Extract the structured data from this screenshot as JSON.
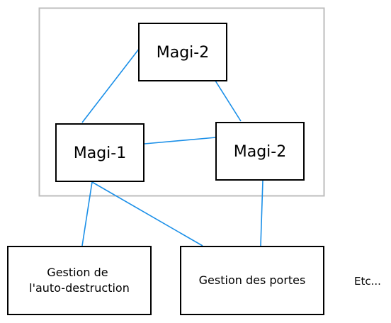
{
  "diagram": {
    "nodes": {
      "magi_top": "Magi-2",
      "magi_left": "Magi-1",
      "magi_right": "Magi-2",
      "auto_destruction": [
        "Gestion de",
        "l'auto-destruction"
      ],
      "doors": "Gestion des portes"
    },
    "etc": "Etc...",
    "colors": {
      "edge": "#1a8fe8",
      "group_border": "#bdbdbd",
      "node_border": "#000000"
    }
  }
}
